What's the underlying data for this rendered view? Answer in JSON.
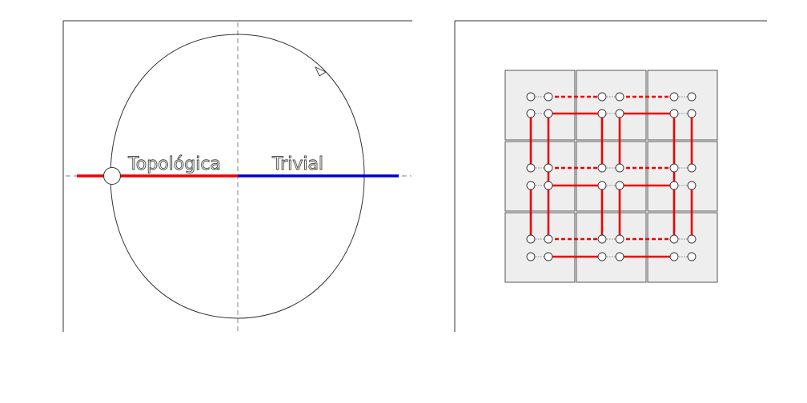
{
  "left_panel": {
    "label_topological": "Topológica",
    "label_trivial": "Trivial",
    "colors": {
      "topological": "#ee0000",
      "trivial": "#0000cc",
      "curve": "#333333",
      "axes": "#999999",
      "frame": "#333333"
    }
  },
  "right_panel": {
    "grid": {
      "rows": 3,
      "cols": 3
    },
    "colors": {
      "cell_fill": "#eeeeee",
      "cell_stroke": "#555555",
      "bond": "#ee0000",
      "site_fill": "#ffffff",
      "site_stroke": "#333333"
    }
  }
}
